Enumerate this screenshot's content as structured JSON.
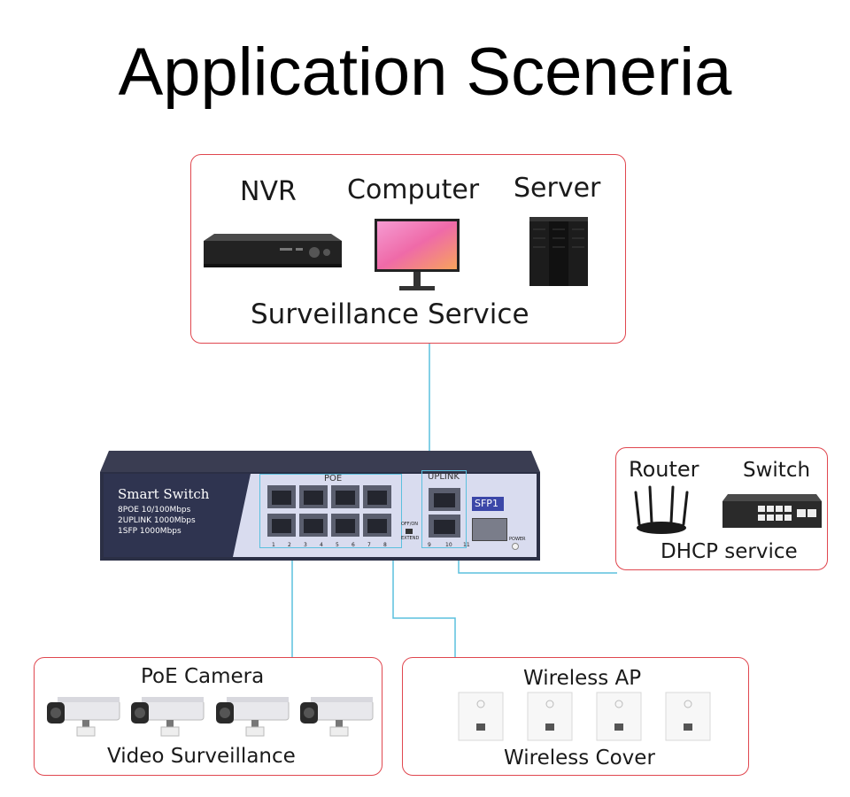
{
  "title": "Application Sceneria",
  "top_box": {
    "devices": [
      "NVR",
      "Computer",
      "Server"
    ],
    "caption": "Surveillance Service"
  },
  "switch": {
    "brand": "Smart Switch",
    "specs": [
      "8POE 10/100Mbps",
      "2UPLINK 1000Mbps",
      "1SFP 1000Mbps"
    ],
    "poe_label": "POE",
    "uplink_label": "UPLINK",
    "sfp_label": "SFP1",
    "power_label": "POWER",
    "toggle_labels": [
      "OFF/ON",
      "EXTEND"
    ],
    "port_numbers": [
      "1",
      "2",
      "3",
      "4",
      "5",
      "6",
      "7",
      "8"
    ],
    "uplink_numbers": [
      "9",
      "10",
      "11"
    ],
    "body_color": "#2b2f45",
    "panel_color": "#d9dcef"
  },
  "right_box": {
    "devices": [
      "Router",
      "Switch"
    ],
    "caption": "DHCP service"
  },
  "bottom_left_box": {
    "heading": "PoE Camera",
    "caption": "Video Surveillance",
    "count": 4
  },
  "bottom_right_box": {
    "heading": "Wireless AP",
    "caption": "Wireless Cover",
    "count": 4
  },
  "colors": {
    "box_border": "#e0474f",
    "connector": "#5bc0de"
  }
}
